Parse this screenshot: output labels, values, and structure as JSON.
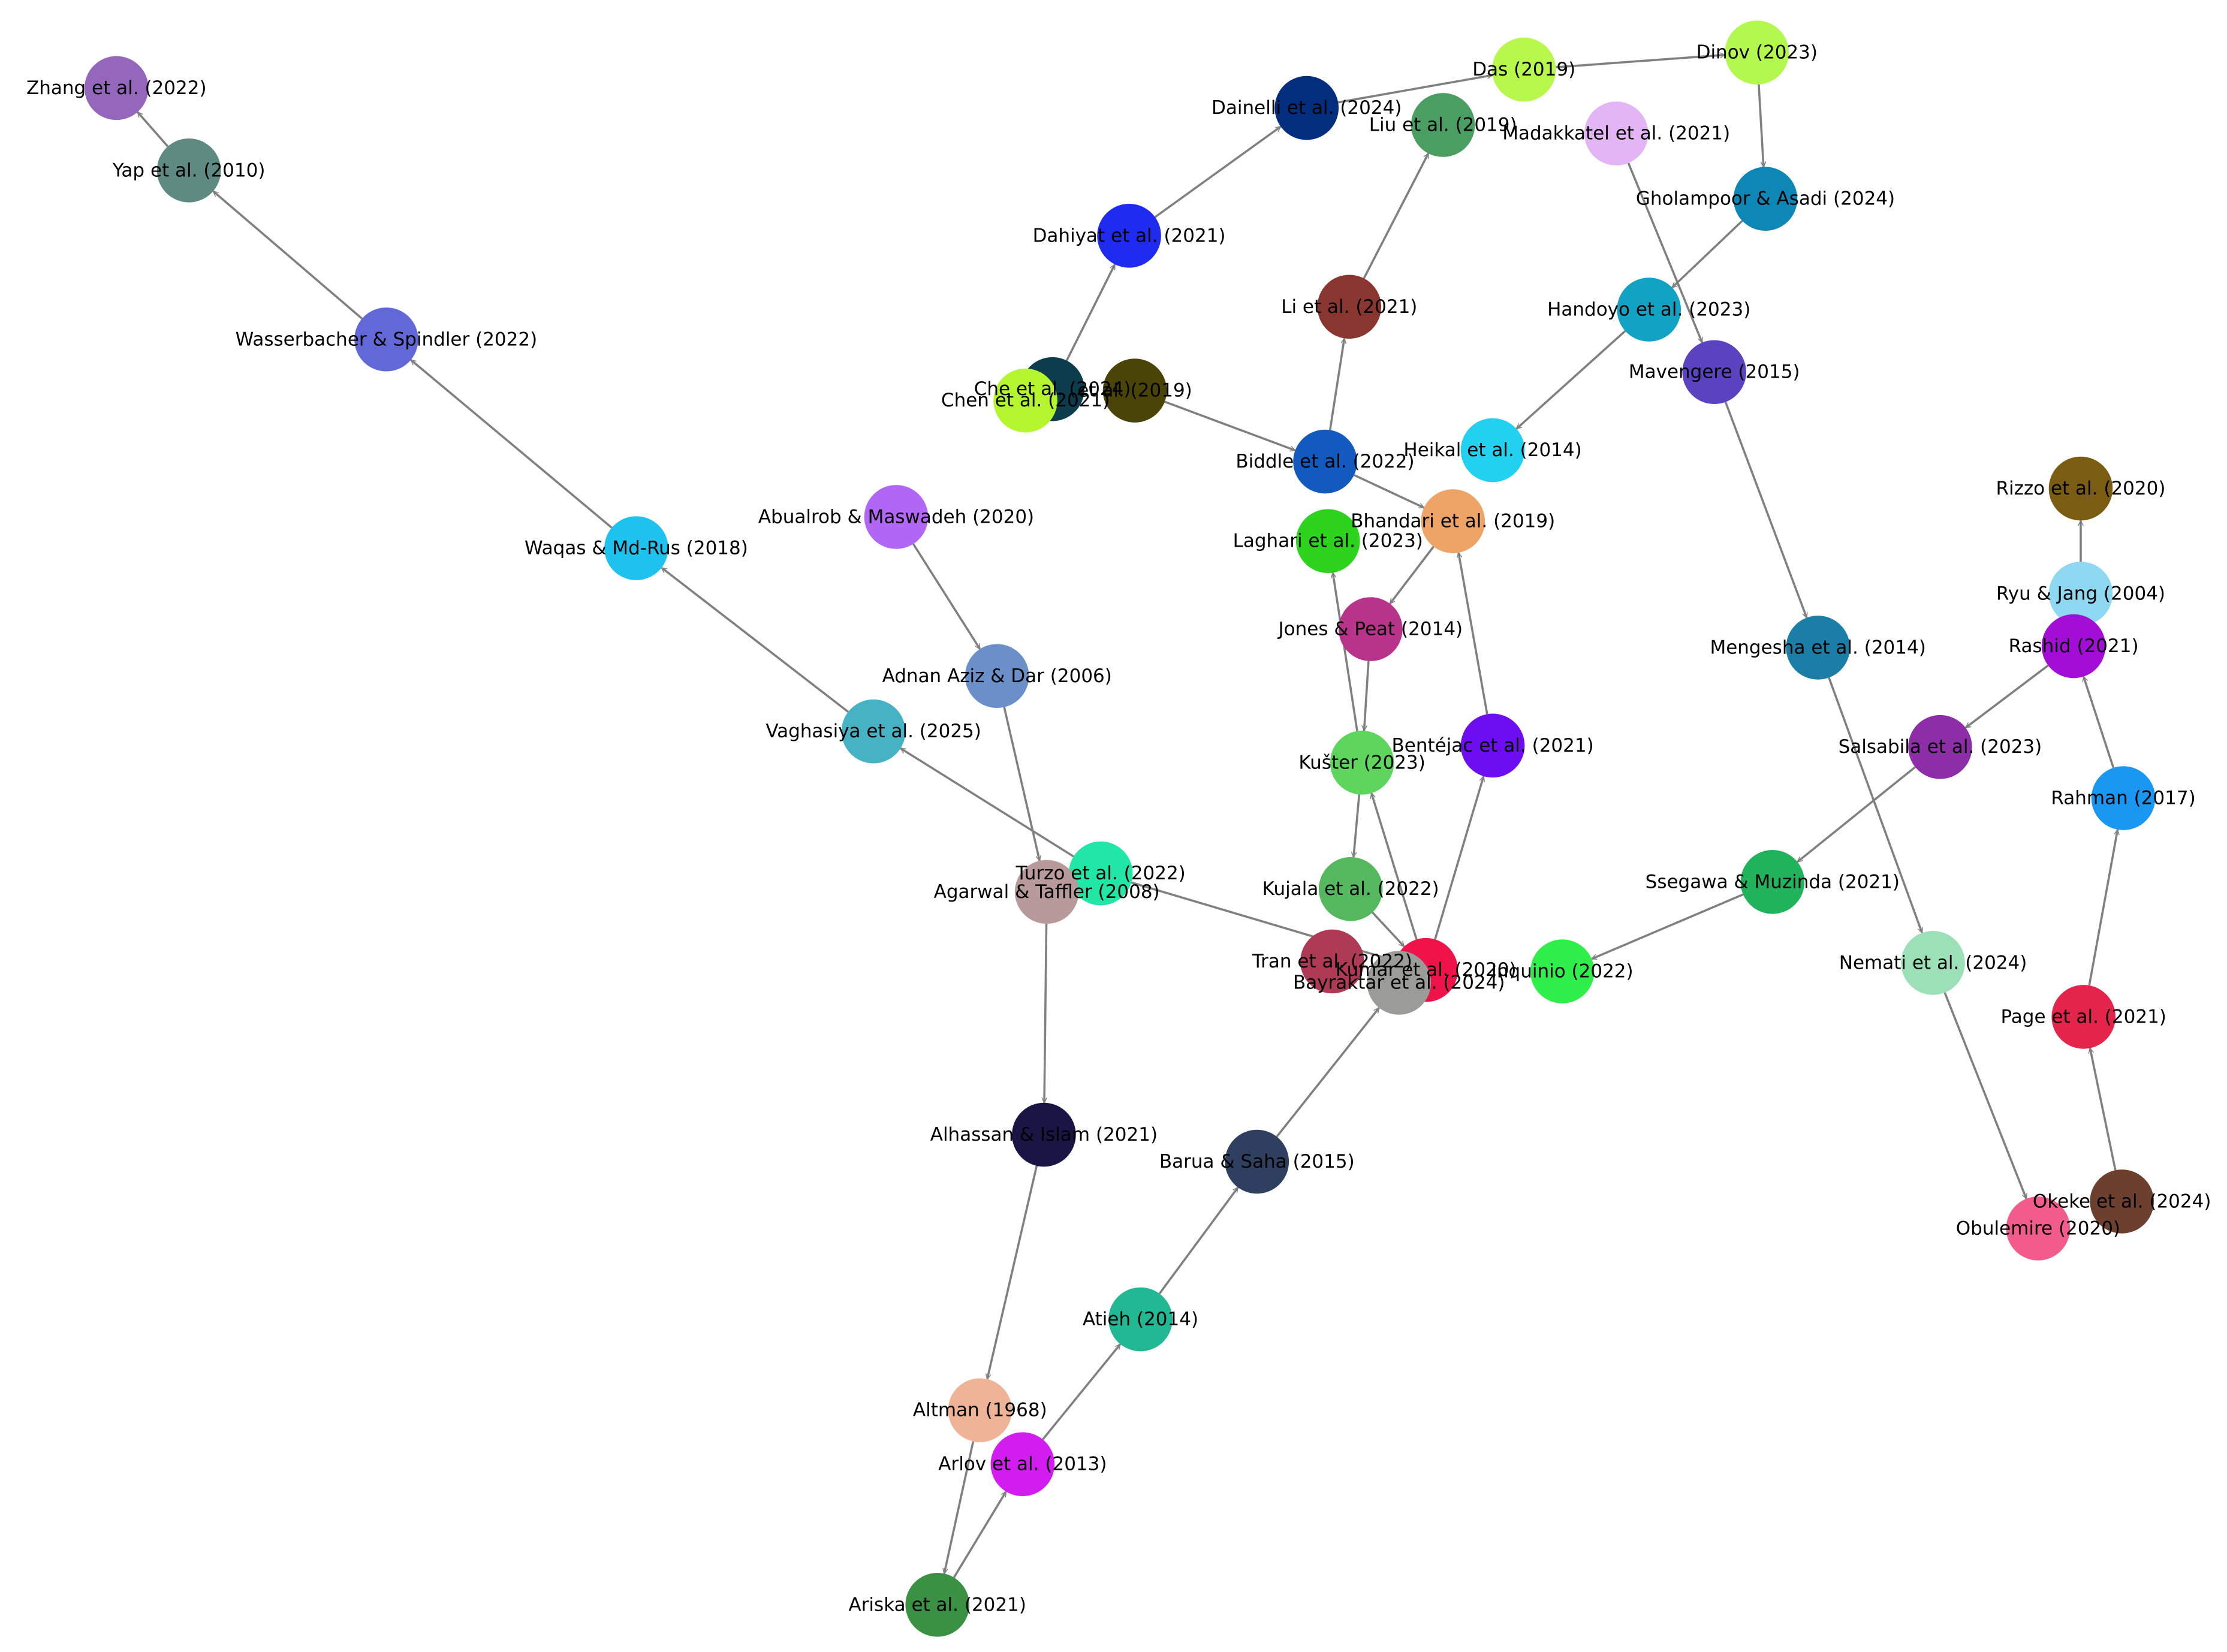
{
  "nodes": [
    {
      "id": "zhang2022",
      "label": "Zhang et al. (2022)",
      "color": "#9467bd"
    },
    {
      "id": "yap2010",
      "label": "Yap et al. (2010)",
      "color": "#5f8a82"
    },
    {
      "id": "wasserbacher2022",
      "label": "Wasserbacher & Spindler (2022)",
      "color": "#6368d8"
    },
    {
      "id": "waqas2018",
      "label": "Waqas & Md-Rus (2018)",
      "color": "#1dc2ee"
    },
    {
      "id": "abualrob2020",
      "label": "Abualrob & Maswadeh (2020)",
      "color": "#b266f5"
    },
    {
      "id": "adnan2006",
      "label": "Adnan Aziz & Dar (2006)",
      "color": "#6b8fc9"
    },
    {
      "id": "vaghasiya2025",
      "label": "Vaghasiya et al. (2025)",
      "color": "#45b3c3"
    },
    {
      "id": "turzo2022",
      "label": "Turzo et al. (2022)",
      "color": "#22e6a6"
    },
    {
      "id": "agarwal2008",
      "label": "Agarwal & Taffler (2008)",
      "color": "#b89a9a"
    },
    {
      "id": "alhassan2021",
      "label": "Alhassan & Islam (2021)",
      "color": "#1a1545"
    },
    {
      "id": "altman1968",
      "label": "Altman (1968)",
      "color": "#efb497"
    },
    {
      "id": "arlov2013",
      "label": "Arlov et al. (2013)",
      "color": "#d21cf0"
    },
    {
      "id": "ariska2021",
      "label": "Ariska et al. (2021)",
      "color": "#3a9144"
    },
    {
      "id": "atieh2014",
      "label": "Atieh (2014)",
      "color": "#21b893"
    },
    {
      "id": "barua2015",
      "label": "Barua & Saha (2015)",
      "color": "#2f3f5f"
    },
    {
      "id": "dahiyat2021",
      "label": "Dahiyat et al. (2021)",
      "color": "#1f2cf0"
    },
    {
      "id": "dainelli2024",
      "label": "Dainelli et al. (2024)",
      "color": "#032d7d"
    },
    {
      "id": "das2019",
      "label": "Das (2019)",
      "color": "#b8f74b"
    },
    {
      "id": "dinov2023",
      "label": "Dinov (2023)",
      "color": "#b3f84e"
    },
    {
      "id": "liu2019",
      "label": "Liu et al. (2019)",
      "color": "#4a9e62"
    },
    {
      "id": "madakkatel2021",
      "label": "Madakkatel et al. (2021)",
      "color": "#e4b5f5"
    },
    {
      "id": "gholampoor2024",
      "label": "Gholampoor & Asadi (2024)",
      "color": "#0d88b6"
    },
    {
      "id": "handoyo2023",
      "label": "Handoyo et al. (2023)",
      "color": "#12a3c4"
    },
    {
      "id": "mavengere2015",
      "label": "Mavengere (2015)",
      "color": "#5a42c0"
    },
    {
      "id": "li2021",
      "label": "Li et al. (2021)",
      "color": "#8a3630"
    },
    {
      "id": "che2024",
      "label": "Che et al. (2024)",
      "color": "#0d3d4c"
    },
    {
      "id": "chen2021",
      "label": "Chen et al. (2021)",
      "color": "#b4f52e"
    },
    {
      "id": "unk2019",
      "label": "et al. (2019)",
      "color": "#4b4407"
    },
    {
      "id": "biddle2022",
      "label": "Biddle et al. (2022)",
      "color": "#1259c0"
    },
    {
      "id": "heikal2014",
      "label": "Heikal et al. (2014)",
      "color": "#22d0f0"
    },
    {
      "id": "bhandari2019",
      "label": "Bhandari et al. (2019)",
      "color": "#eda466"
    },
    {
      "id": "laghari2023",
      "label": "Laghari et al. (2023)",
      "color": "#2ed31e"
    },
    {
      "id": "jones2014",
      "label": "Jones & Peat (2014)",
      "color": "#b8338a"
    },
    {
      "id": "kuster2023",
      "label": "Kušter (2023)",
      "color": "#5ed65e"
    },
    {
      "id": "bentejac2021",
      "label": "Bentéjac et al. (2021)",
      "color": "#6c0ef0"
    },
    {
      "id": "kujala2022",
      "label": "Kujala et al. (2022)",
      "color": "#55b85e"
    },
    {
      "id": "tran2022",
      "label": "Tran et al. (2022)",
      "color": "#ae3a55"
    },
    {
      "id": "kumar2020",
      "label": "Kumar et al. (2020)",
      "color": "#ef1349"
    },
    {
      "id": "bayraktar2024",
      "label": "Bayraktar et al. (2024)",
      "color": "#9b9b98"
    },
    {
      "id": "inquinio2022",
      "label": "Inquinio (2022)",
      "color": "#2ff04a"
    },
    {
      "id": "ssegawa2021",
      "label": "Ssegawa & Muzinda (2021)",
      "color": "#21b35c"
    },
    {
      "id": "salsabila2023",
      "label": "Salsabila et al. (2023)",
      "color": "#8d2ea8"
    },
    {
      "id": "mengesha2014",
      "label": "Mengesha et al. (2014)",
      "color": "#1a7ea6"
    },
    {
      "id": "rizzo2020",
      "label": "Rizzo et al. (2020)",
      "color": "#7a5c12"
    },
    {
      "id": "ryu2004",
      "label": "Ryu & Jang (2004)",
      "color": "#8fd8f2"
    },
    {
      "id": "rashid2021",
      "label": "Rashid (2021)",
      "color": "#a20ed6"
    },
    {
      "id": "rahman2017",
      "label": "Rahman (2017)",
      "color": "#1a97f0"
    },
    {
      "id": "nemati2024",
      "label": "Nemati et al. (2024)",
      "color": "#9be0b6"
    },
    {
      "id": "page2021",
      "label": "Page et al. (2021)",
      "color": "#e4244a"
    },
    {
      "id": "okeke2024",
      "label": "Okeke et al. (2024)",
      "color": "#6d3f2e"
    },
    {
      "id": "obulemire2020",
      "label": "Obulemire (2020)",
      "color": "#f25b8c"
    }
  ],
  "edges": [
    [
      "yap2010",
      "zhang2022"
    ],
    [
      "wasserbacher2022",
      "yap2010"
    ],
    [
      "waqas2018",
      "wasserbacher2022"
    ],
    [
      "vaghasiya2025",
      "waqas2018"
    ],
    [
      "turzo2022",
      "vaghasiya2025"
    ],
    [
      "abualrob2020",
      "adnan2006"
    ],
    [
      "adnan2006",
      "agarwal2008"
    ],
    [
      "agarwal2008",
      "alhassan2021"
    ],
    [
      "alhassan2021",
      "altman1968"
    ],
    [
      "altman1968",
      "ariska2021"
    ],
    [
      "ariska2021",
      "arlov2013"
    ],
    [
      "arlov2013",
      "atieh2014"
    ],
    [
      "atieh2014",
      "barua2015"
    ],
    [
      "barua2015",
      "bayraktar2024"
    ],
    [
      "turzo2022",
      "kumar2020"
    ],
    [
      "che2024",
      "dahiyat2021"
    ],
    [
      "dahiyat2021",
      "dainelli2024"
    ],
    [
      "dainelli2024",
      "das2019"
    ],
    [
      "das2019",
      "dinov2023"
    ],
    [
      "dinov2023",
      "gholampoor2024"
    ],
    [
      "gholampoor2024",
      "handoyo2023"
    ],
    [
      "handoyo2023",
      "heikal2014"
    ],
    [
      "madakkatel2021",
      "mavengere2015"
    ],
    [
      "mavengere2015",
      "mengesha2014"
    ],
    [
      "mengesha2014",
      "nemati2024"
    ],
    [
      "nemati2024",
      "obulemire2020"
    ],
    [
      "okeke2024",
      "page2021"
    ],
    [
      "page2021",
      "rahman2017"
    ],
    [
      "rahman2017",
      "rashid2021"
    ],
    [
      "rashid2021",
      "salsabila2023"
    ],
    [
      "salsabila2023",
      "ssegawa2021"
    ],
    [
      "ssegawa2021",
      "inquinio2022"
    ],
    [
      "ryu2004",
      "rizzo2020"
    ],
    [
      "biddle2022",
      "li2021"
    ],
    [
      "li2021",
      "liu2019"
    ],
    [
      "unk2019",
      "biddle2022"
    ],
    [
      "biddle2022",
      "bhandari2019"
    ],
    [
      "bhandari2019",
      "jones2014"
    ],
    [
      "jones2014",
      "kuster2023"
    ],
    [
      "kuster2023",
      "laghari2023"
    ],
    [
      "kuster2023",
      "kujala2022"
    ],
    [
      "kujala2022",
      "kumar2020"
    ],
    [
      "kumar2020",
      "kuster2023"
    ],
    [
      "kumar2020",
      "bentejac2021"
    ],
    [
      "bentejac2021",
      "bhandari2019"
    ]
  ]
}
